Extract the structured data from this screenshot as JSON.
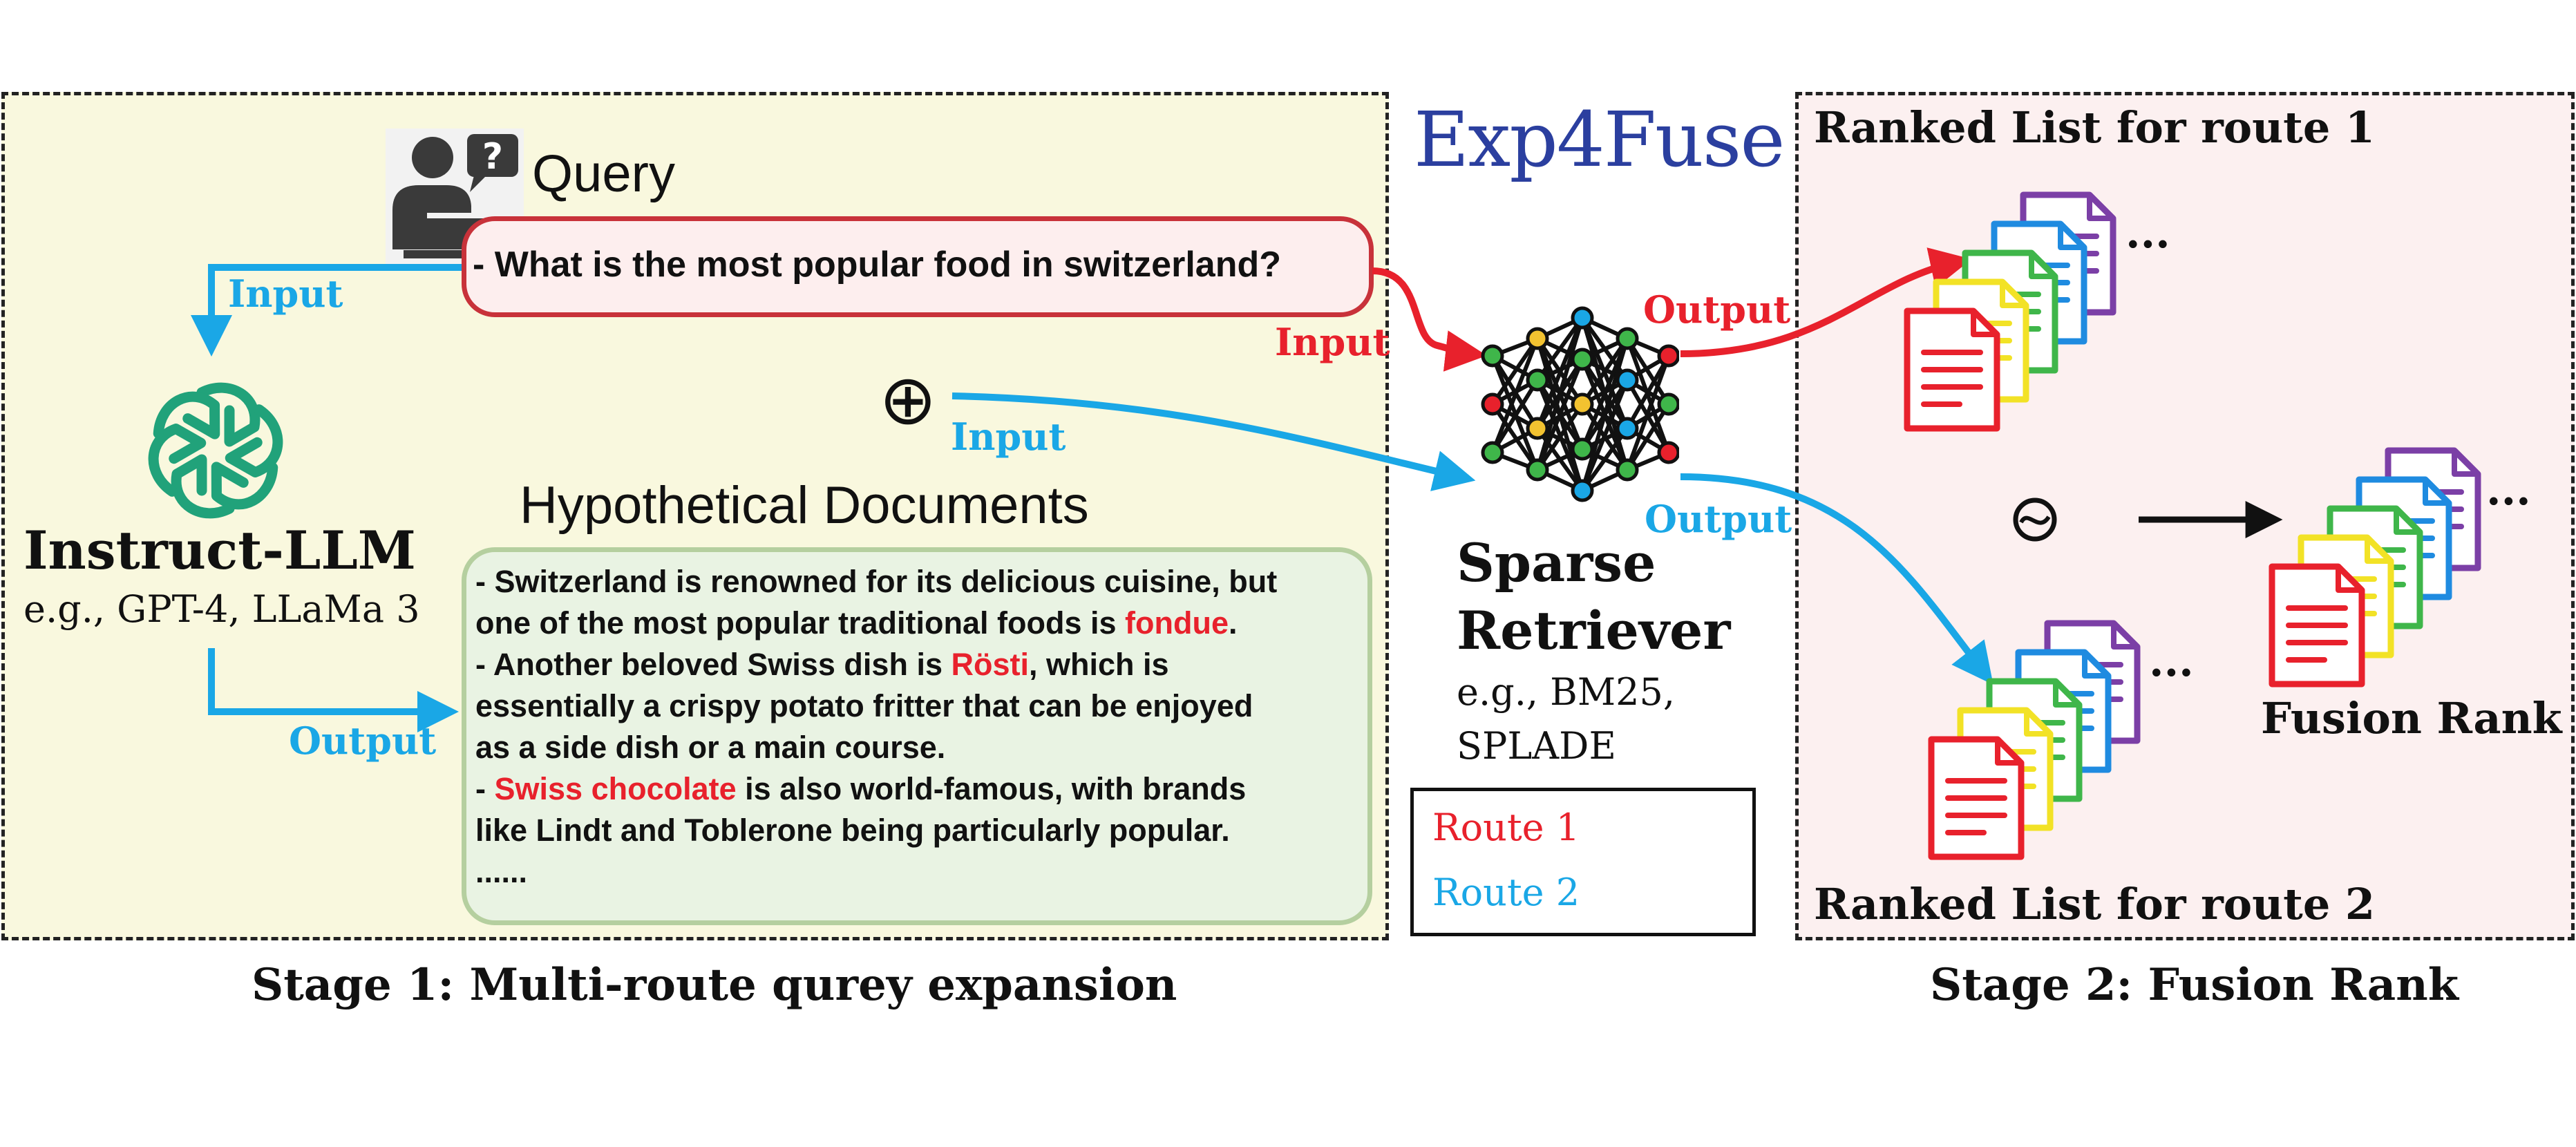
{
  "title": "Exp4Fuse",
  "query": {
    "label": "Query",
    "text": "- What is the most popular food in switzerland?"
  },
  "instruct_llm": {
    "name": "Instruct-LLM",
    "examples": "e.g., GPT-4, LLaMa 3"
  },
  "hypothetical_documents": {
    "heading": "Hypothetical Documents",
    "lines": [
      [
        {
          "text": "- Switzerland is renowned for its delicious cuisine, but"
        }
      ],
      [
        {
          "text": "one of the most popular traditional foods is "
        },
        {
          "text": "fondue",
          "hl": true
        },
        {
          "text": "."
        }
      ],
      [
        {
          "text": "- Another beloved Swiss dish is "
        },
        {
          "text": "Rösti",
          "hl": true
        },
        {
          "text": ", which is"
        }
      ],
      [
        {
          "text": "essentially a crispy potato fritter that can be enjoyed"
        }
      ],
      [
        {
          "text": "as a side dish or a main course."
        }
      ],
      [
        {
          "text": "- "
        },
        {
          "text": "Swiss chocolate",
          "hl": true
        },
        {
          "text": " is also world-famous, with brands"
        }
      ],
      [
        {
          "text": "like Lindt and Toblerone being particularly popular."
        }
      ],
      [
        {
          "text": " ......"
        }
      ]
    ]
  },
  "labels": {
    "input_left": "Input",
    "input_red": "Input",
    "input_mid": "Input",
    "output_left": "Output",
    "output_red": "Output",
    "output_blue": "Output",
    "plus": "⊕",
    "similar": "~"
  },
  "retriever": {
    "name_line1": "Sparse",
    "name_line2": "Retriever",
    "examples_line1": "e.g., BM25,",
    "examples_line2": "SPLADE"
  },
  "legend": {
    "route1": "Route 1",
    "route2": "Route 2"
  },
  "ranked": {
    "route1": "Ranked List for route 1",
    "route2": "Ranked List for route 2",
    "ellipsis": "...",
    "fusion": "Fusion Rank"
  },
  "stages": {
    "stage1": "Stage 1: Multi-route qurey expansion",
    "stage2": "Stage 2: Fusion Rank"
  },
  "colors": {
    "route1": "#e8212c",
    "route2": "#1aa7e6",
    "panel1_bg": "#f9f8de",
    "panel2_bg": "#fcf0f0",
    "title": "#2b3f9f",
    "llm_green": "#21a27a",
    "doc_stack": [
      "#e8212c",
      "#f2e226",
      "#3fb64a",
      "#1f8be0",
      "#7b3fa6"
    ]
  },
  "icons": [
    "user-question-icon",
    "openai-logo-icon",
    "neural-network-icon",
    "document-stack-icon"
  ]
}
